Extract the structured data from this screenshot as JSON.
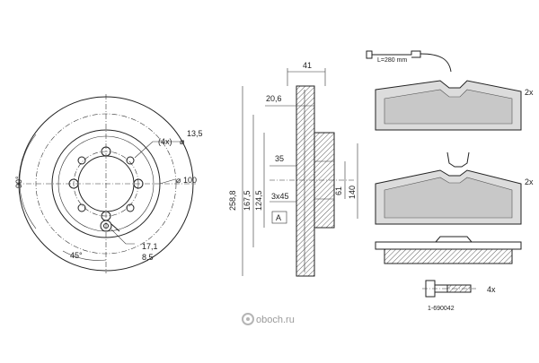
{
  "front_view": {
    "bolt_holes_label": "(4x)",
    "bolt_hole_dia": "13,5",
    "center_dia": "100",
    "angle_90": "90°",
    "angle_45": "45°",
    "dia_17": "17,1",
    "dia_8": "8,5"
  },
  "side_view": {
    "width_41": "41",
    "dim_20_6": "20,6",
    "dim_35": "35",
    "dim_3x45": "3x45",
    "datum_A": "A",
    "dia_258": "258,8",
    "dia_167": "167,5",
    "dia_124": "124,5",
    "dia_61": "61",
    "dia_140": "140"
  },
  "pads": {
    "sensor_length": "L=280 mm",
    "qty_top": "2x",
    "qty_bottom": "2x"
  },
  "bolt": {
    "qty": "4x",
    "part_number": "1-690042"
  },
  "watermark": "oboch.ru"
}
